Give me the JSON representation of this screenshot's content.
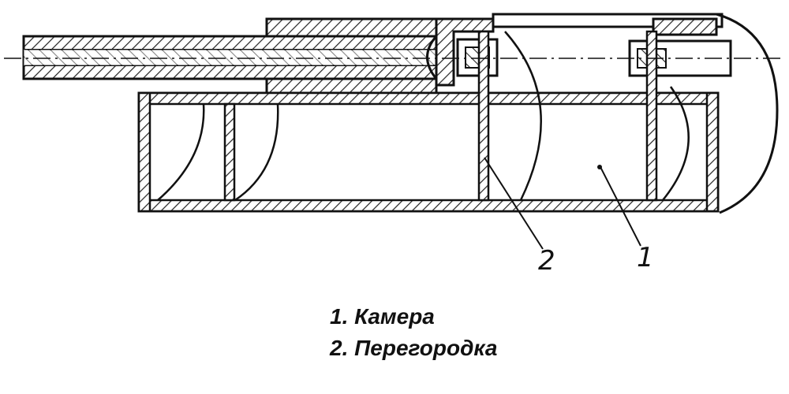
{
  "diagram": {
    "callouts": [
      {
        "number": "2"
      },
      {
        "number": "1"
      }
    ],
    "legend": [
      {
        "text": "1. Камера"
      },
      {
        "text": "2. Перегородка"
      }
    ]
  }
}
